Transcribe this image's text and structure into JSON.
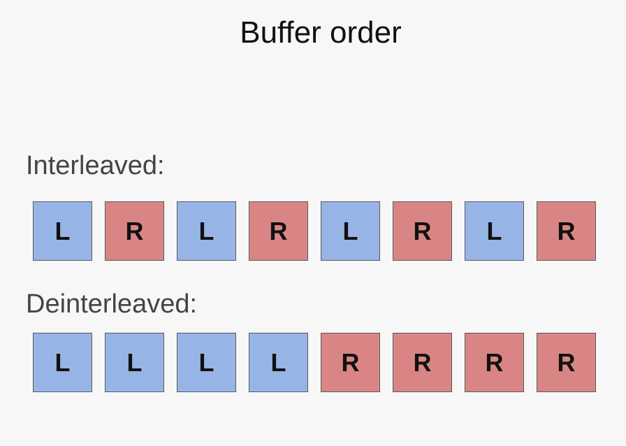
{
  "title": "Buffer order",
  "colors": {
    "L": "#97b4e6",
    "R": "#da8585"
  },
  "rows": [
    {
      "label": "Interleaved:",
      "cells": [
        "L",
        "R",
        "L",
        "R",
        "L",
        "R",
        "L",
        "R"
      ]
    },
    {
      "label": "Deinterleaved:",
      "cells": [
        "L",
        "L",
        "L",
        "L",
        "R",
        "R",
        "R",
        "R"
      ]
    }
  ]
}
